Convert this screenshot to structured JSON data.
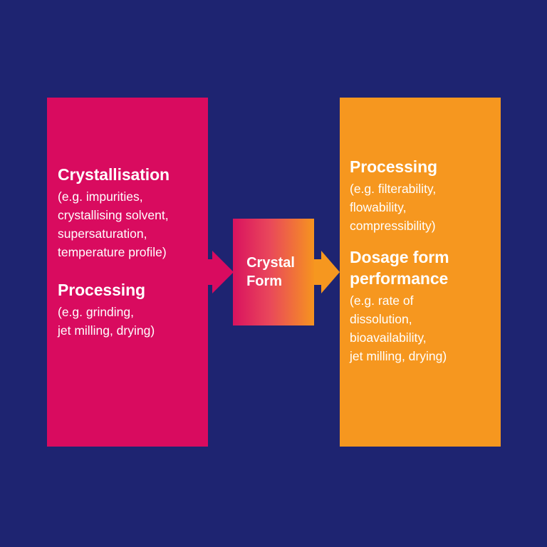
{
  "colors": {
    "background": "#1e2471",
    "left_panel": "#d90b5f",
    "right_panel": "#f6971f",
    "center_gradient_start": "#d9125f",
    "center_gradient_end": "#f6941f"
  },
  "left_panel": {
    "section1": {
      "heading": "Crystallisation",
      "detail": "(e.g. impurities,\ncrystallising solvent,\nsupersaturation,\ntemperature profile)"
    },
    "section2": {
      "heading": "Processing",
      "detail": "(e.g. grinding,\njet milling, drying)"
    }
  },
  "center": {
    "label": "Crystal\nForm"
  },
  "right_panel": {
    "section1": {
      "heading": "Processing",
      "detail": "(e.g. filterability,\nflowability,\ncompressibility)"
    },
    "section2": {
      "heading": "Dosage form\nperformance",
      "detail": "(e.g. rate of\ndissolution,\nbioavailability,\njet milling, drying)"
    }
  }
}
